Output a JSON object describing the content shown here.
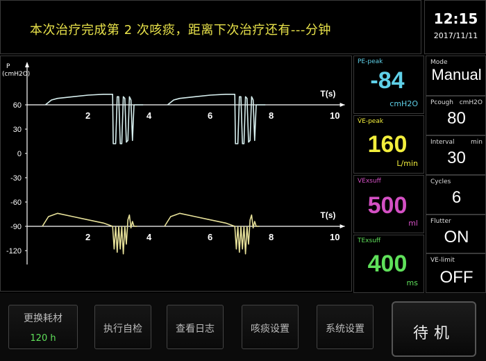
{
  "header": {
    "message": "本次治疗完成第 2 次咳痰，距离下次治疗还有---分钟",
    "time": "12:15",
    "date": "2017/11/11"
  },
  "graph": {
    "y_axis_label": "P",
    "y_axis_unit": "(cmH2O)",
    "y_ticks": [
      "60",
      "30",
      "0",
      "-30",
      "-60",
      "-90",
      "-120"
    ],
    "x_axis_label": "T(s)",
    "x_ticks": [
      "2",
      "4",
      "6",
      "8",
      "10"
    ]
  },
  "chart_data": [
    {
      "type": "line",
      "title": "",
      "xlabel": "T(s)",
      "ylabel": "P (cmH2O)",
      "series": [
        {
          "color": "#d8f0f0",
          "x": [
            0.6,
            0.8,
            1.0,
            1.5,
            2.0,
            2.5,
            2.8,
            2.82,
            2.9,
            2.95,
            3.0,
            3.05,
            3.1,
            3.15,
            3.2,
            3.25,
            3.3,
            3.35,
            3.4,
            3.45,
            3.5,
            3.55,
            3.6,
            3.7,
            3.8
          ],
          "y": [
            60,
            66,
            68,
            70,
            72,
            73,
            73,
            12,
            12,
            70,
            70,
            12,
            12,
            70,
            68,
            14,
            16,
            70,
            66,
            16,
            60,
            60,
            60,
            60,
            60
          ]
        },
        {
          "color": "#d8f0f0",
          "x": [
            4.6,
            4.8,
            5.0,
            5.5,
            6.0,
            6.5,
            6.8,
            6.82,
            6.9,
            6.95,
            7.0,
            7.05,
            7.1,
            7.15,
            7.2,
            7.25,
            7.3,
            7.35,
            7.4,
            7.45,
            7.5,
            7.55,
            7.6,
            7.7,
            7.8
          ],
          "y": [
            60,
            66,
            68,
            70,
            72,
            73,
            73,
            12,
            12,
            70,
            70,
            12,
            12,
            70,
            68,
            14,
            16,
            70,
            66,
            16,
            60,
            60,
            60,
            60,
            60
          ]
        }
      ]
    },
    {
      "type": "line",
      "title": "",
      "xlabel": "T(s)",
      "ylabel": "",
      "series": [
        {
          "color": "#e8e29a",
          "x": [
            0.5,
            0.7,
            1.0,
            1.5,
            2.0,
            2.5,
            2.8,
            2.85,
            2.9,
            2.95,
            3.0,
            3.05,
            3.1,
            3.15,
            3.2,
            3.25,
            3.3,
            3.35,
            3.4,
            3.45,
            3.5,
            3.6
          ],
          "y": [
            -90,
            -78,
            -74,
            -78,
            -82,
            -86,
            -90,
            -118,
            -90,
            -122,
            -90,
            -118,
            -90,
            -124,
            -90,
            -112,
            -82,
            -76,
            -92,
            -84,
            -90,
            -90
          ]
        },
        {
          "color": "#e8e29a",
          "x": [
            4.5,
            4.7,
            5.0,
            5.5,
            6.0,
            6.5,
            6.8,
            6.85,
            6.9,
            6.95,
            7.0,
            7.05,
            7.1,
            7.15,
            7.2,
            7.25,
            7.3,
            7.35,
            7.4,
            7.45,
            7.5,
            7.6
          ],
          "y": [
            -90,
            -78,
            -74,
            -78,
            -82,
            -86,
            -90,
            -118,
            -90,
            -122,
            -90,
            -118,
            -90,
            -124,
            -90,
            -112,
            -82,
            -76,
            -92,
            -84,
            -90,
            -90
          ]
        }
      ]
    }
  ],
  "measurements": [
    {
      "label": "PE-peak",
      "value": "-84",
      "unit": "cmH2O",
      "color": "#5fd0e8"
    },
    {
      "label": "V̇E-peak",
      "value": "160",
      "unit": "L/min",
      "color": "#f2ee3c"
    },
    {
      "label": "VExsuff",
      "value": "500",
      "unit": "ml",
      "color": "#d450c4"
    },
    {
      "label": "TExsuff",
      "value": "400",
      "unit": "ms",
      "color": "#5fe05a"
    }
  ],
  "settings": [
    {
      "name": "Mode",
      "unit": "",
      "value": "Manual"
    },
    {
      "name": "Pcough",
      "unit": "cmH2O",
      "value": "80"
    },
    {
      "name": "Interval",
      "unit": "min",
      "value": "30"
    },
    {
      "name": "Cycles",
      "unit": "",
      "value": "6"
    },
    {
      "name": "Flutter",
      "unit": "",
      "value": "ON"
    },
    {
      "name": "VE-limit",
      "unit": "",
      "value": "OFF"
    }
  ],
  "bottom": {
    "consumable_label": "更换耗材",
    "consumable_hours": "120 h",
    "buttons": [
      "执行自检",
      "查看日志",
      "咳痰设置",
      "系统设置"
    ],
    "standby_label": "待机"
  }
}
